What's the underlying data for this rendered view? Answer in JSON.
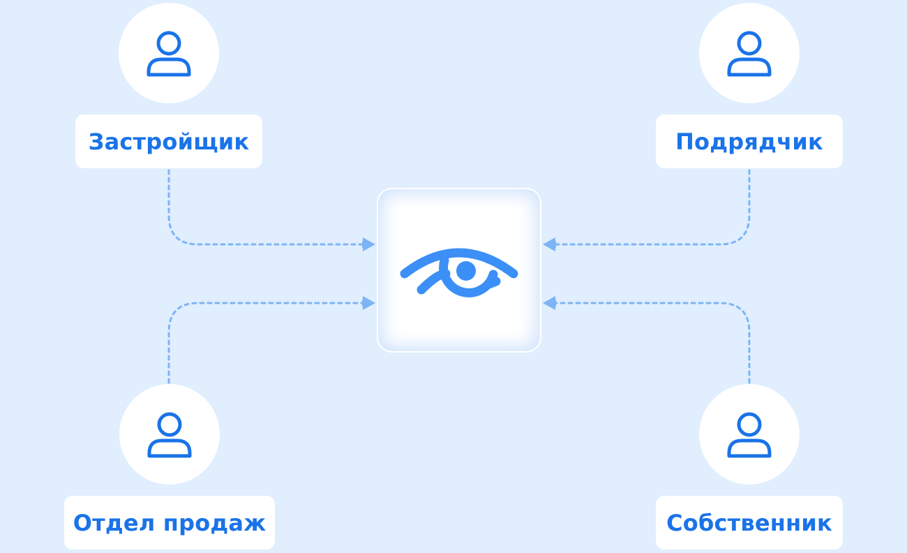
{
  "colors": {
    "background": "#e0eefe",
    "accent": "#1a73e8",
    "hub_icon": "#3b8ff6",
    "connector": "#7db4f5",
    "card": "#ffffff"
  },
  "hub": {
    "icon": "eye-icon"
  },
  "roles": [
    {
      "id": "developer",
      "label": "Застройщик",
      "icon": "user-icon"
    },
    {
      "id": "contractor",
      "label": "Подрядчик",
      "icon": "user-icon"
    },
    {
      "id": "sales",
      "label": "Отдел продаж",
      "icon": "user-icon"
    },
    {
      "id": "owner",
      "label": "Собственник",
      "icon": "user-icon"
    }
  ]
}
